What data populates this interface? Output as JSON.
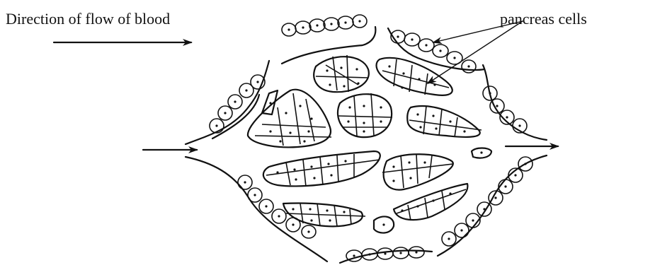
{
  "labels": {
    "flow_direction": "Direction of flow of blood",
    "pancreas_cells": "pancreas cells"
  },
  "diagram": {
    "subject": "blood flowing through pancreas tissue",
    "arrows": [
      "flow-direction-arrow",
      "inflow-arrow",
      "outflow-arrow",
      "pointer-to-cells"
    ]
  }
}
